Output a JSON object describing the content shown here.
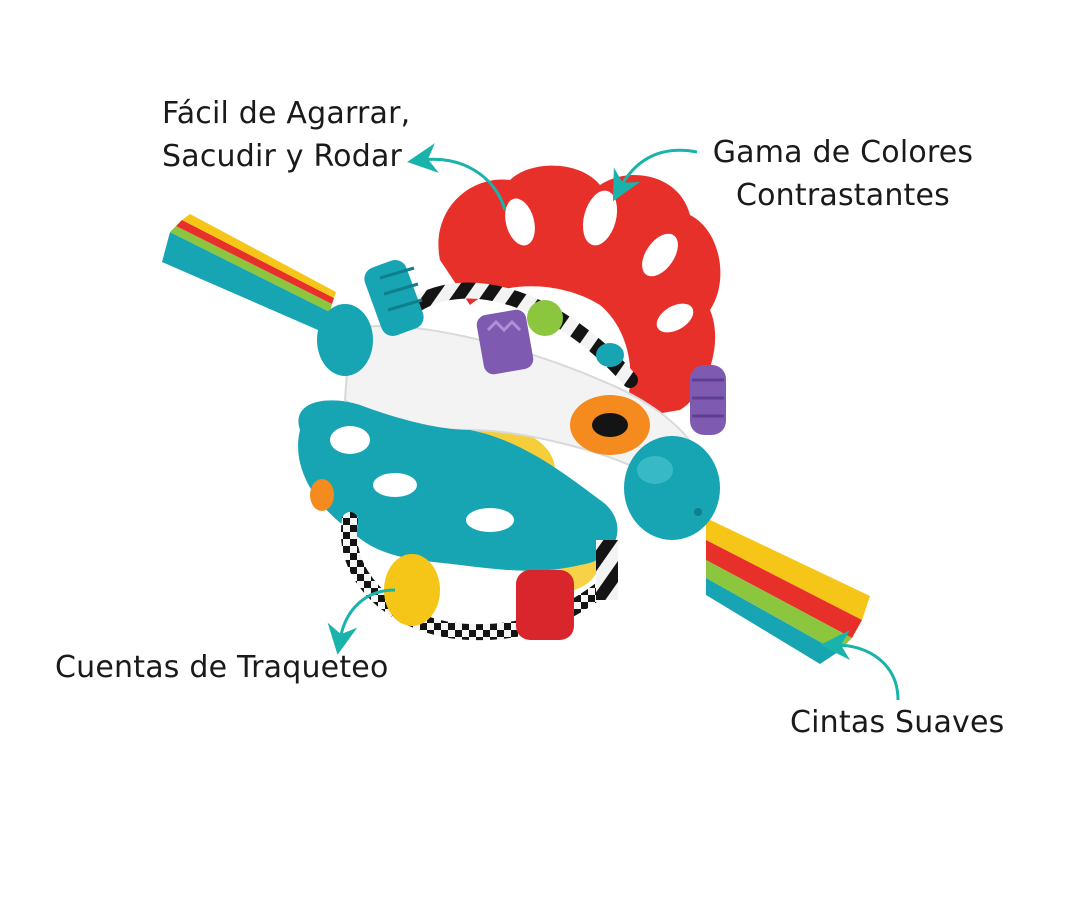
{
  "image": {
    "subject": "baby-rattle-ball-toy",
    "callouts": {
      "grab": {
        "lines": [
          "Fácil de Agarrar,",
          "Sacudir y Rodar"
        ]
      },
      "colors": {
        "lines": [
          "Gama de Colores",
          "Contrastantes"
        ]
      },
      "beads": {
        "lines": [
          "Cuentas de Traqueteo"
        ]
      },
      "ribbons": {
        "lines": [
          "Cintas Suaves"
        ]
      }
    }
  },
  "colors": {
    "arrow": "#19b3ab",
    "teal": "#17a5b4",
    "red": "#e8302a",
    "orange": "#f58a1f",
    "yellow": "#f5c518",
    "purple": "#7e5bb0",
    "green": "#8cc63f",
    "white_part": "#f3f3f3",
    "black_ring": "#141414"
  }
}
